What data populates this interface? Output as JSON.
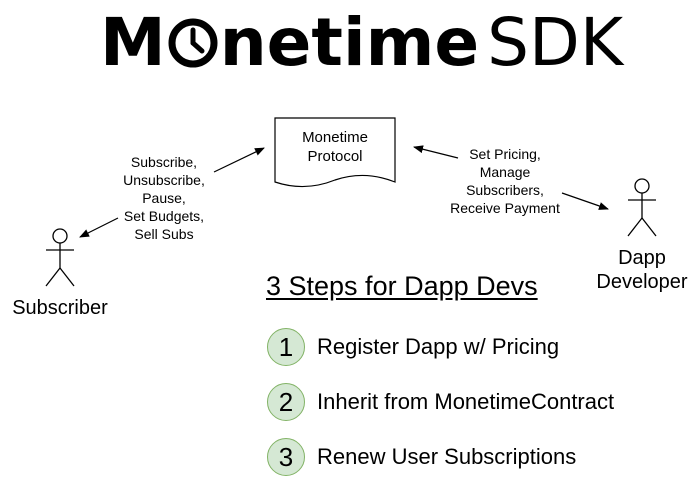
{
  "logo": {
    "letter_m": "M",
    "after_clock": "netime",
    "sdk": "SDK",
    "clock_icon": "clock-icon"
  },
  "protocol": {
    "label": "Monetime\nProtocol"
  },
  "subscriber": {
    "label": "Subscriber",
    "actions": "Subscribe,\nUnsubscribe,\nPause,\nSet Budgets,\nSell Subs"
  },
  "developer": {
    "label": "Dapp\nDeveloper",
    "actions": "Set Pricing,\nManage\nSubscribers,\nReceive Payment"
  },
  "steps": {
    "heading": "3 Steps for Dapp Devs",
    "items": [
      {
        "number": "1",
        "text": "Register Dapp w/ Pricing"
      },
      {
        "number": "2",
        "text": "Inherit from MonetimeContract"
      },
      {
        "number": "3",
        "text": "Renew User Subscriptions"
      }
    ]
  },
  "colors": {
    "step_fill": "#d5e8d4",
    "step_border": "#82b366"
  }
}
